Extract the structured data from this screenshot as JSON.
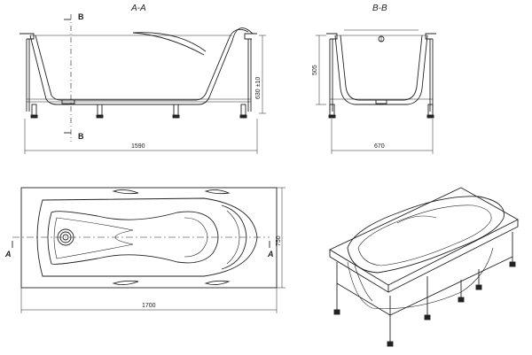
{
  "section_a_title": "A-A",
  "section_b_title": "B-B",
  "cut_label_top": "B",
  "cut_label_bottom": "B",
  "dim_length_inner": "1590",
  "dim_height": "630 ±10",
  "dim_depth": "505",
  "dim_width_section": "670",
  "dim_length": "1700",
  "dim_width": "750",
  "arrow_left": "A",
  "arrow_right": "A",
  "colors": {
    "line": "#222222",
    "background": "#ffffff"
  }
}
